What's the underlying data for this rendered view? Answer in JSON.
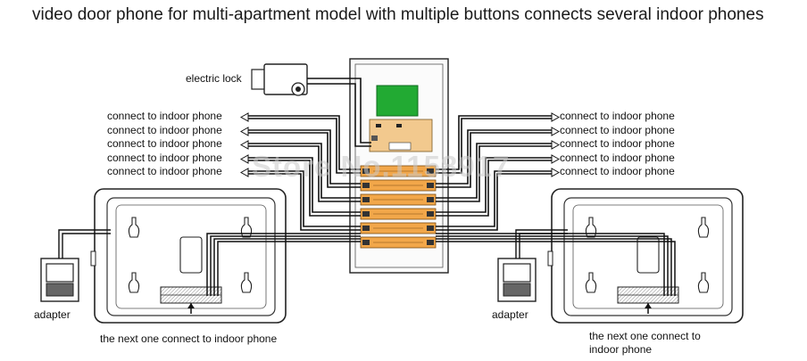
{
  "title": "video door phone for multi-apartment model with multiple buttons connects several indoor phones",
  "labels": {
    "electric_lock": "electric lock",
    "connect_indoor": "connect to indoor phone",
    "adapter": "adapter",
    "next_one": "the next one connect to indoor phone",
    "next_one_line1": "the next one connect to",
    "next_one_line2": "indoor phone"
  },
  "watermark": "Store No.1158917",
  "colors": {
    "wire": "#111111",
    "panel_green": "#22aa33",
    "button_orange": "#f2a74a",
    "stroke": "#222222"
  },
  "icons": [
    "electric-lock-icon",
    "indoor-monitor-icon",
    "adapter-icon",
    "arrow-icon"
  ]
}
